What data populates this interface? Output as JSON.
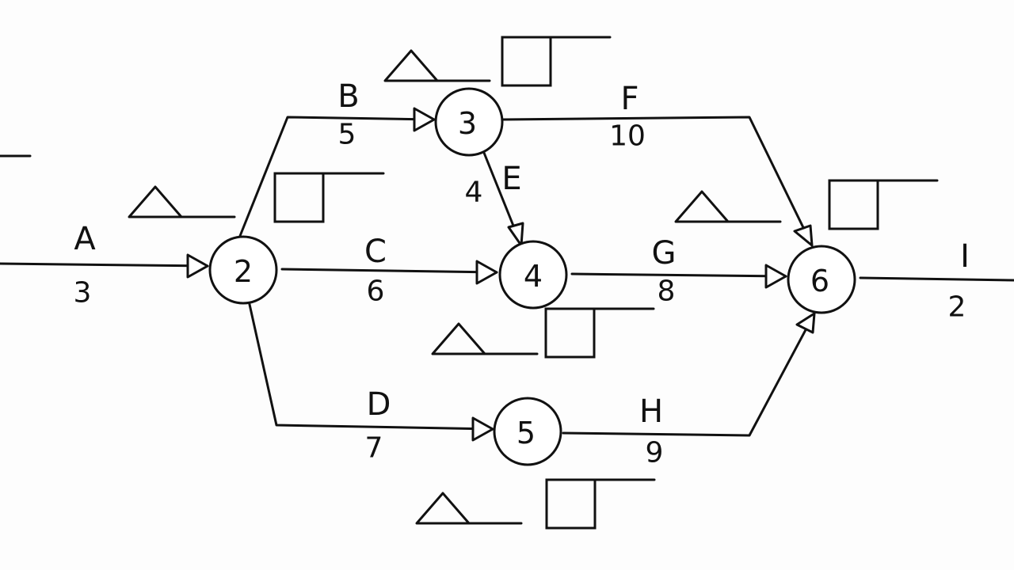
{
  "nodes": [
    {
      "id": "2",
      "label": "2"
    },
    {
      "id": "3",
      "label": "3"
    },
    {
      "id": "4",
      "label": "4"
    },
    {
      "id": "5",
      "label": "5"
    },
    {
      "id": "6",
      "label": "6"
    }
  ],
  "activities": [
    {
      "id": "A",
      "name": "A",
      "duration": "3",
      "from": "",
      "to": "2"
    },
    {
      "id": "B",
      "name": "B",
      "duration": "5",
      "from": "2",
      "to": "3"
    },
    {
      "id": "C",
      "name": "C",
      "duration": "6",
      "from": "2",
      "to": "4"
    },
    {
      "id": "D",
      "name": "D",
      "duration": "7",
      "from": "2",
      "to": "5"
    },
    {
      "id": "E",
      "name": "E",
      "duration": "4",
      "from": "3",
      "to": "4"
    },
    {
      "id": "F",
      "name": "F",
      "duration": "10",
      "from": "3",
      "to": "6"
    },
    {
      "id": "G",
      "name": "G",
      "duration": "8",
      "from": "4",
      "to": "6"
    },
    {
      "id": "H",
      "name": "H",
      "duration": "9",
      "from": "5",
      "to": "6"
    },
    {
      "id": "I",
      "name": "I",
      "duration": "2",
      "from": "6",
      "to": ""
    }
  ],
  "colors": {
    "ink": "#111111",
    "paper": "#fdfdfd"
  }
}
